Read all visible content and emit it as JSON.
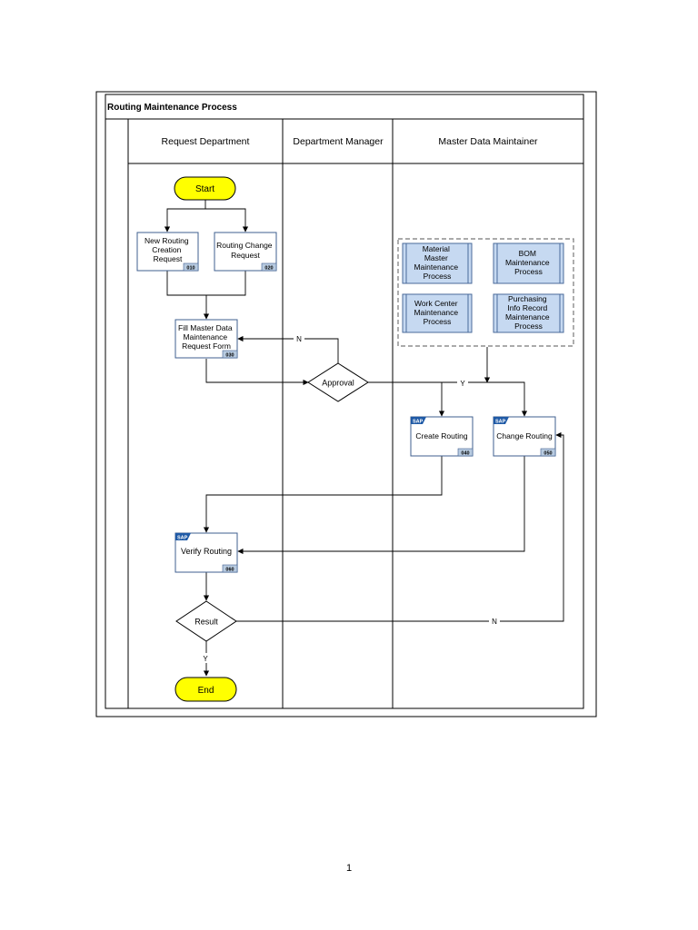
{
  "diagram": {
    "title": "Routing Maintenance Process",
    "lanes": [
      {
        "id": "request",
        "label": "Request Department"
      },
      {
        "id": "manager",
        "label": "Department Manager"
      },
      {
        "id": "maintainer",
        "label": "Master Data Maintainer"
      }
    ],
    "nodes": {
      "start": {
        "label": "Start",
        "shape": "terminator"
      },
      "new_routing": {
        "lines": [
          "New Routing",
          "Creation",
          "Request"
        ],
        "code": "010",
        "shape": "process"
      },
      "routing_change": {
        "lines": [
          "Routing Change",
          "Request"
        ],
        "code": "020",
        "shape": "process"
      },
      "fill_form": {
        "lines": [
          "Fill Master Data",
          "Maintenance",
          "Request Form"
        ],
        "code": "030",
        "shape": "process"
      },
      "approval": {
        "label": "Approval",
        "shape": "decision"
      },
      "create_routing": {
        "lines": [
          "Create Routing"
        ],
        "code": "040",
        "shape": "sap-process",
        "badge": "SAP"
      },
      "change_routing": {
        "lines": [
          "Change Routing"
        ],
        "code": "050",
        "shape": "sap-process",
        "badge": "SAP"
      },
      "verify_routing": {
        "lines": [
          "Verify Routing"
        ],
        "code": "060",
        "shape": "sap-process",
        "badge": "SAP"
      },
      "result": {
        "label": "Result",
        "shape": "decision"
      },
      "end": {
        "label": "End",
        "shape": "terminator"
      }
    },
    "subprocesses": [
      {
        "lines": [
          "Material",
          "Master",
          "Maintenance",
          "Process"
        ]
      },
      {
        "lines": [
          "BOM",
          "Maintenance",
          "Process"
        ]
      },
      {
        "lines": [
          "Work Center",
          "Maintenance",
          "Process"
        ]
      },
      {
        "lines": [
          "Purchasing",
          "Info Record",
          "Maintenance",
          "Process"
        ]
      }
    ],
    "edge_labels": {
      "approval_no": "N",
      "approval_yes": "Y",
      "result_yes": "Y",
      "result_no": "N"
    },
    "colors": {
      "terminator_fill": "#ffff00",
      "subprocess_fill": "#c6d9f1",
      "subprocess_stroke": "#4a6a9a",
      "process_stroke": "#3f5f8f",
      "code_tag_fill": "#b8cbe0",
      "sap_badge": "#1f5aa6",
      "line": "#000000"
    }
  },
  "page": {
    "number": "1"
  }
}
